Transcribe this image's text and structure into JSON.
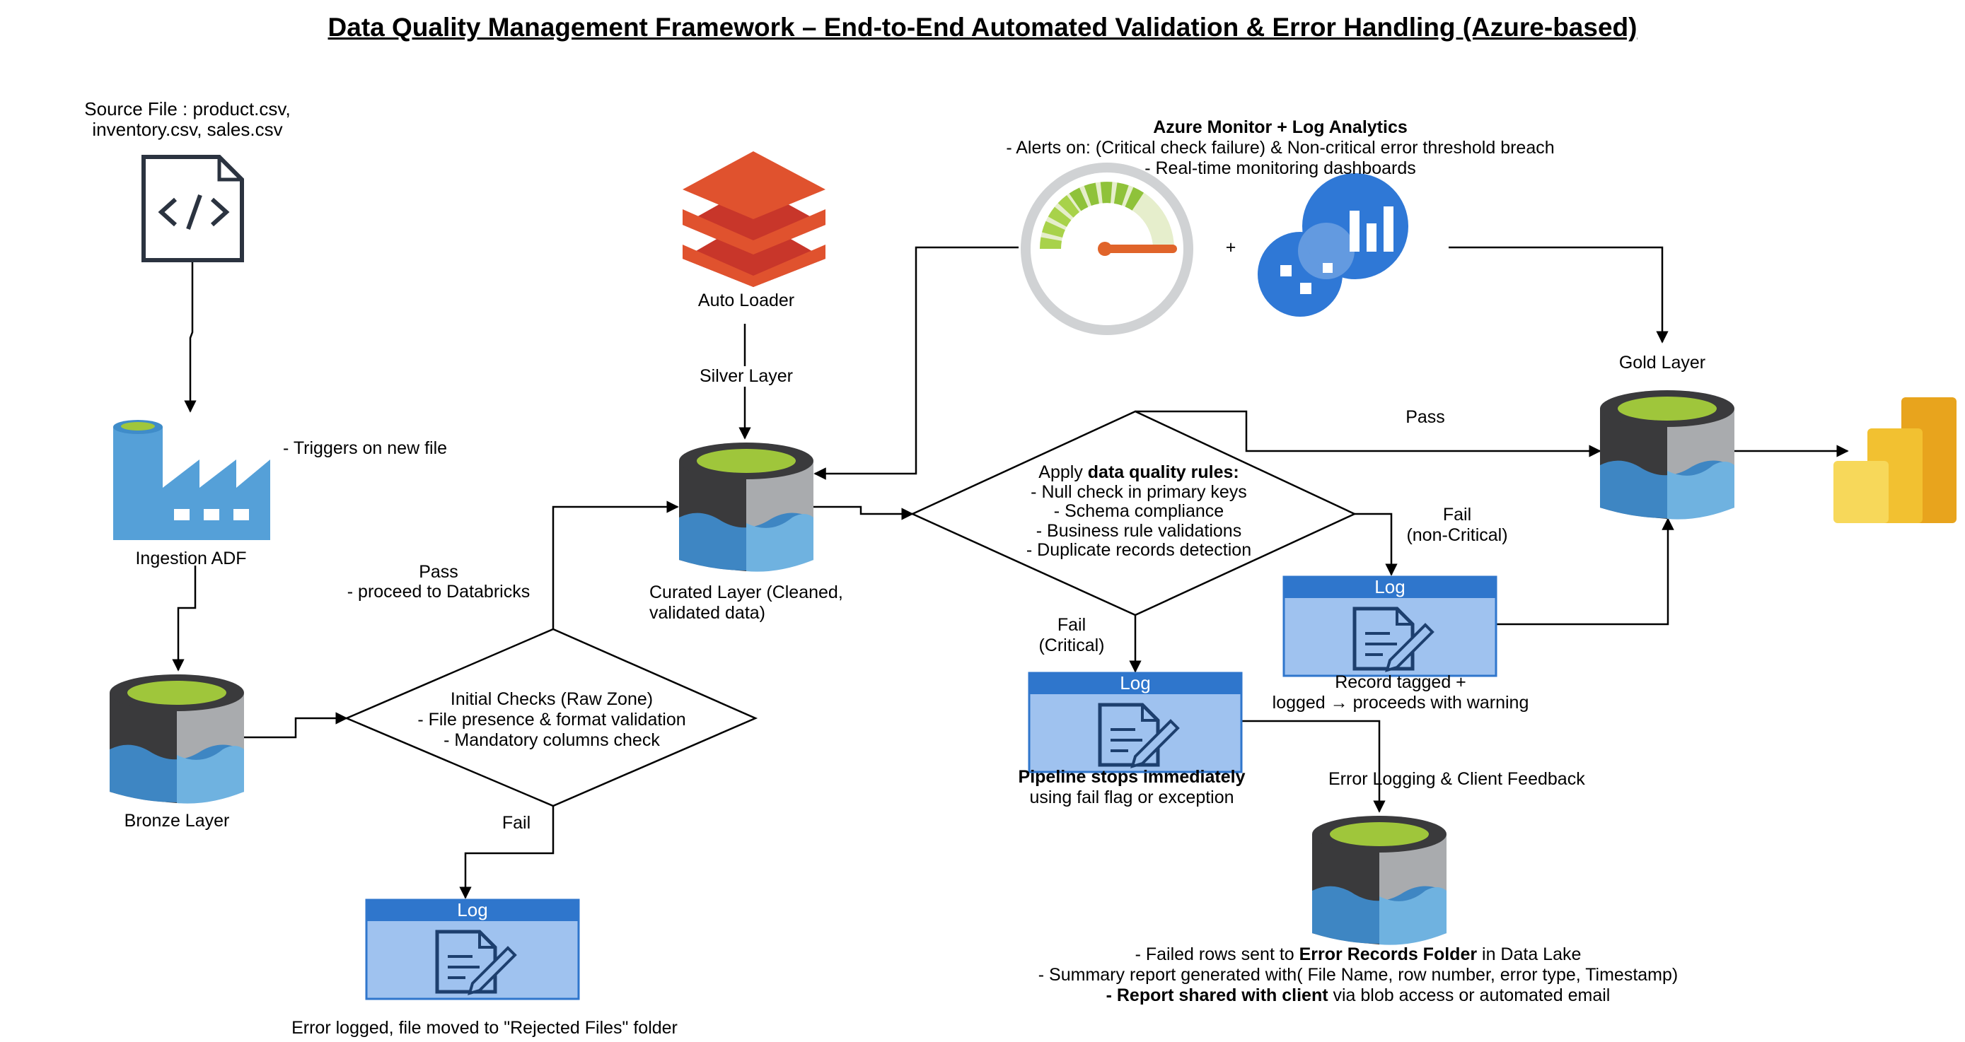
{
  "title": "Data Quality Management Framework – End-to-End Automated Validation & Error Handling (Azure-based)",
  "source": {
    "label_line1": "Source File : product.csv,",
    "label_line2": "inventory.csv, sales.csv",
    "icon": "code-file-icon"
  },
  "ingestion": {
    "label": "Ingestion ADF",
    "note": "- Triggers on new file",
    "icon": "data-factory-icon"
  },
  "bronze": {
    "label": "Bronze Layer",
    "icon": "storage-cylinder-icon"
  },
  "initial_checks": {
    "line1": "Initial Checks (Raw Zone)",
    "line2": "- File presence & format validation",
    "line3": "- Mandatory columns check",
    "pass_label": "Pass",
    "pass_note": "- proceed to Databricks",
    "fail_label": "Fail"
  },
  "rejected_log": {
    "header": "Log",
    "caption": "Error logged, file moved to \"Rejected Files\" folder"
  },
  "auto_loader": {
    "label": "Auto Loader",
    "icon": "databricks-layers-icon"
  },
  "silver_label": "Silver Layer",
  "curated": {
    "label_line1": "Curated Layer (Cleaned,",
    "label_line2": "validated data)"
  },
  "dq_rules": {
    "line1_prefix": "Apply ",
    "line1_bold": "data quality rules:",
    "line2": "- Null check in primary keys",
    "line3": "- Schema compliance",
    "line4": "- Business rule validations",
    "line5": "- Duplicate records detection",
    "pass_label": "Pass",
    "fail_critical_1": "Fail",
    "fail_critical_2": "(Critical)",
    "fail_noncritical_1": "Fail",
    "fail_noncritical_2": "(non-Critical)"
  },
  "monitor": {
    "title": "Azure Monitor + Log Analytics",
    "line1": "- Alerts on: (Critical check failure) & Non-critical error threshold breach",
    "line2": "- Real-time monitoring dashboards",
    "plus": "+",
    "gauge_icon": "azure-monitor-gauge-icon",
    "analytics_icon": "log-analytics-icon"
  },
  "gold": {
    "label": "Gold Layer"
  },
  "powerbi_icon": "power-bi-icon",
  "critical_log": {
    "header": "Log",
    "bold": "Pipeline stops immediately",
    "line2": "using fail flag or exception"
  },
  "noncritical_log": {
    "header": "Log",
    "line1": "Record tagged +",
    "line2": "logged → proceeds with warning"
  },
  "error_logging": {
    "label": "Error Logging & Client Feedback",
    "line1_prefix": "- Failed rows sent to ",
    "line1_bold": "Error Records Folder",
    "line1_suffix": " in Data Lake",
    "line2": "- Summary report generated with( File Name, row number, error type, Timestamp)",
    "line3_bold": "- Report shared with client",
    "line3_suffix": " via blob access or automated email"
  },
  "colors": {
    "cylinder_dark": "#3a3a3c",
    "cylinder_grey": "#a9abae",
    "cylinder_top": "#9fc63b",
    "water_dark": "#3e86c3",
    "water_light": "#6fb2e0",
    "log_header": "#2f76cc",
    "log_body": "#9fc2ef",
    "databricks": "#e0522e",
    "analytics": "#2f78d6",
    "powerbi_dark": "#e8a41d",
    "powerbi_light": "#f7d85a"
  }
}
